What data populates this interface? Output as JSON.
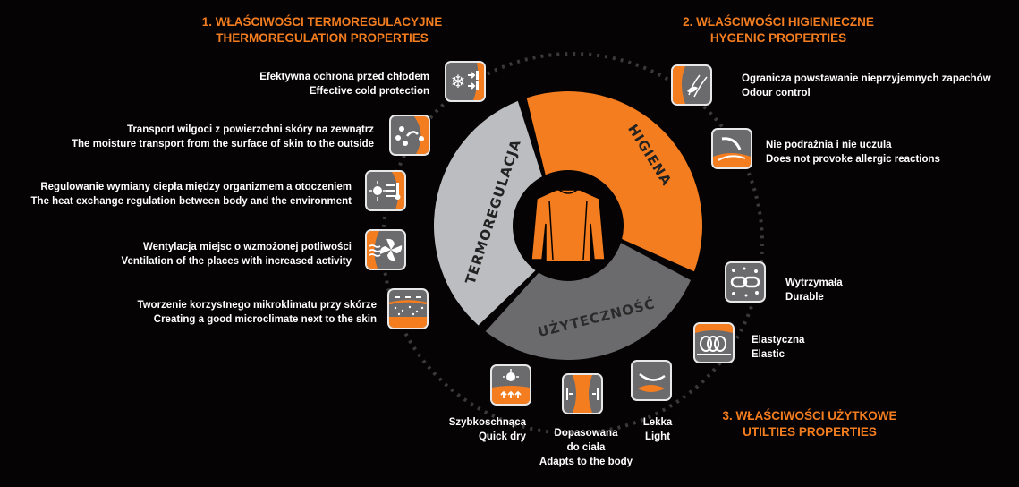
{
  "headings": {
    "thermo": [
      "1. WŁAŚCIWOŚCI TERMOREGULACYJNE",
      "THERMOREGULATION PROPERTIES"
    ],
    "hygiene": [
      "2. WŁAŚCIWOŚCI HIGIENIECZNE",
      "HYGENIC PROPERTIES"
    ],
    "utility": [
      "3. WŁAŚCIWOŚCI UŻYTKOWE",
      "UTILTIES PROPERTIES"
    ]
  },
  "ring": {
    "segments": [
      "TERMOREGULACJA",
      "HIGIENA",
      "UŻYTECZNOŚĆ"
    ],
    "colors": {
      "thermo": "#bcbdc0",
      "hygiene": "#f47d20",
      "utility": "#6b6b6d"
    }
  },
  "thermo_items": [
    {
      "pl": "Efektywna ochrona przed chłodem",
      "en": "Effective cold protection",
      "icon": "snowflake-icon"
    },
    {
      "pl": "Transport wilgoci z powierzchni skóry na zewnątrz",
      "en": "The moisture transport from the surface of skin to the outside",
      "icon": "moisture-drops-icon"
    },
    {
      "pl": "Regulowanie wymiany ciepła między organizmem a otoczeniem",
      "en": "The heat exchange regulation between body and the environment",
      "icon": "sun-thermometer-icon"
    },
    {
      "pl": "Wentylacja miejsc o wzmożonej potliwości",
      "en": "Ventilation of the places with increased activity",
      "icon": "fan-icon"
    },
    {
      "pl": "Tworzenie korzystnego mikroklimatu przy skórze",
      "en": "Creating a good microclimate next to the skin",
      "icon": "microclimate-icon"
    }
  ],
  "hygiene_items": [
    {
      "pl": "Ogranicza powstawanie nieprzyjemnych zapachów",
      "en": "Odour control",
      "icon": "leaf-odour-icon"
    },
    {
      "pl": "Nie podrażnia i nie uczula",
      "en": "Does not provoke allergic reactions",
      "icon": "hand-feather-icon"
    }
  ],
  "utility_items": [
    {
      "pl": "Wytrzymała",
      "en": "Durable",
      "icon": "chain-link-icon"
    },
    {
      "pl": "Elastyczna",
      "en": "Elastic",
      "icon": "spring-coil-icon"
    },
    {
      "pl": "Lekka",
      "en": "Light",
      "icon": "feather-icon"
    },
    {
      "pl": "Dopasowana",
      "pl2": "do ciała",
      "en": "Adapts to the body",
      "icon": "body-fit-icon"
    },
    {
      "pl": "Szybkoschnąca",
      "en": "Quick dry",
      "icon": "quick-dry-sun-icon"
    }
  ]
}
